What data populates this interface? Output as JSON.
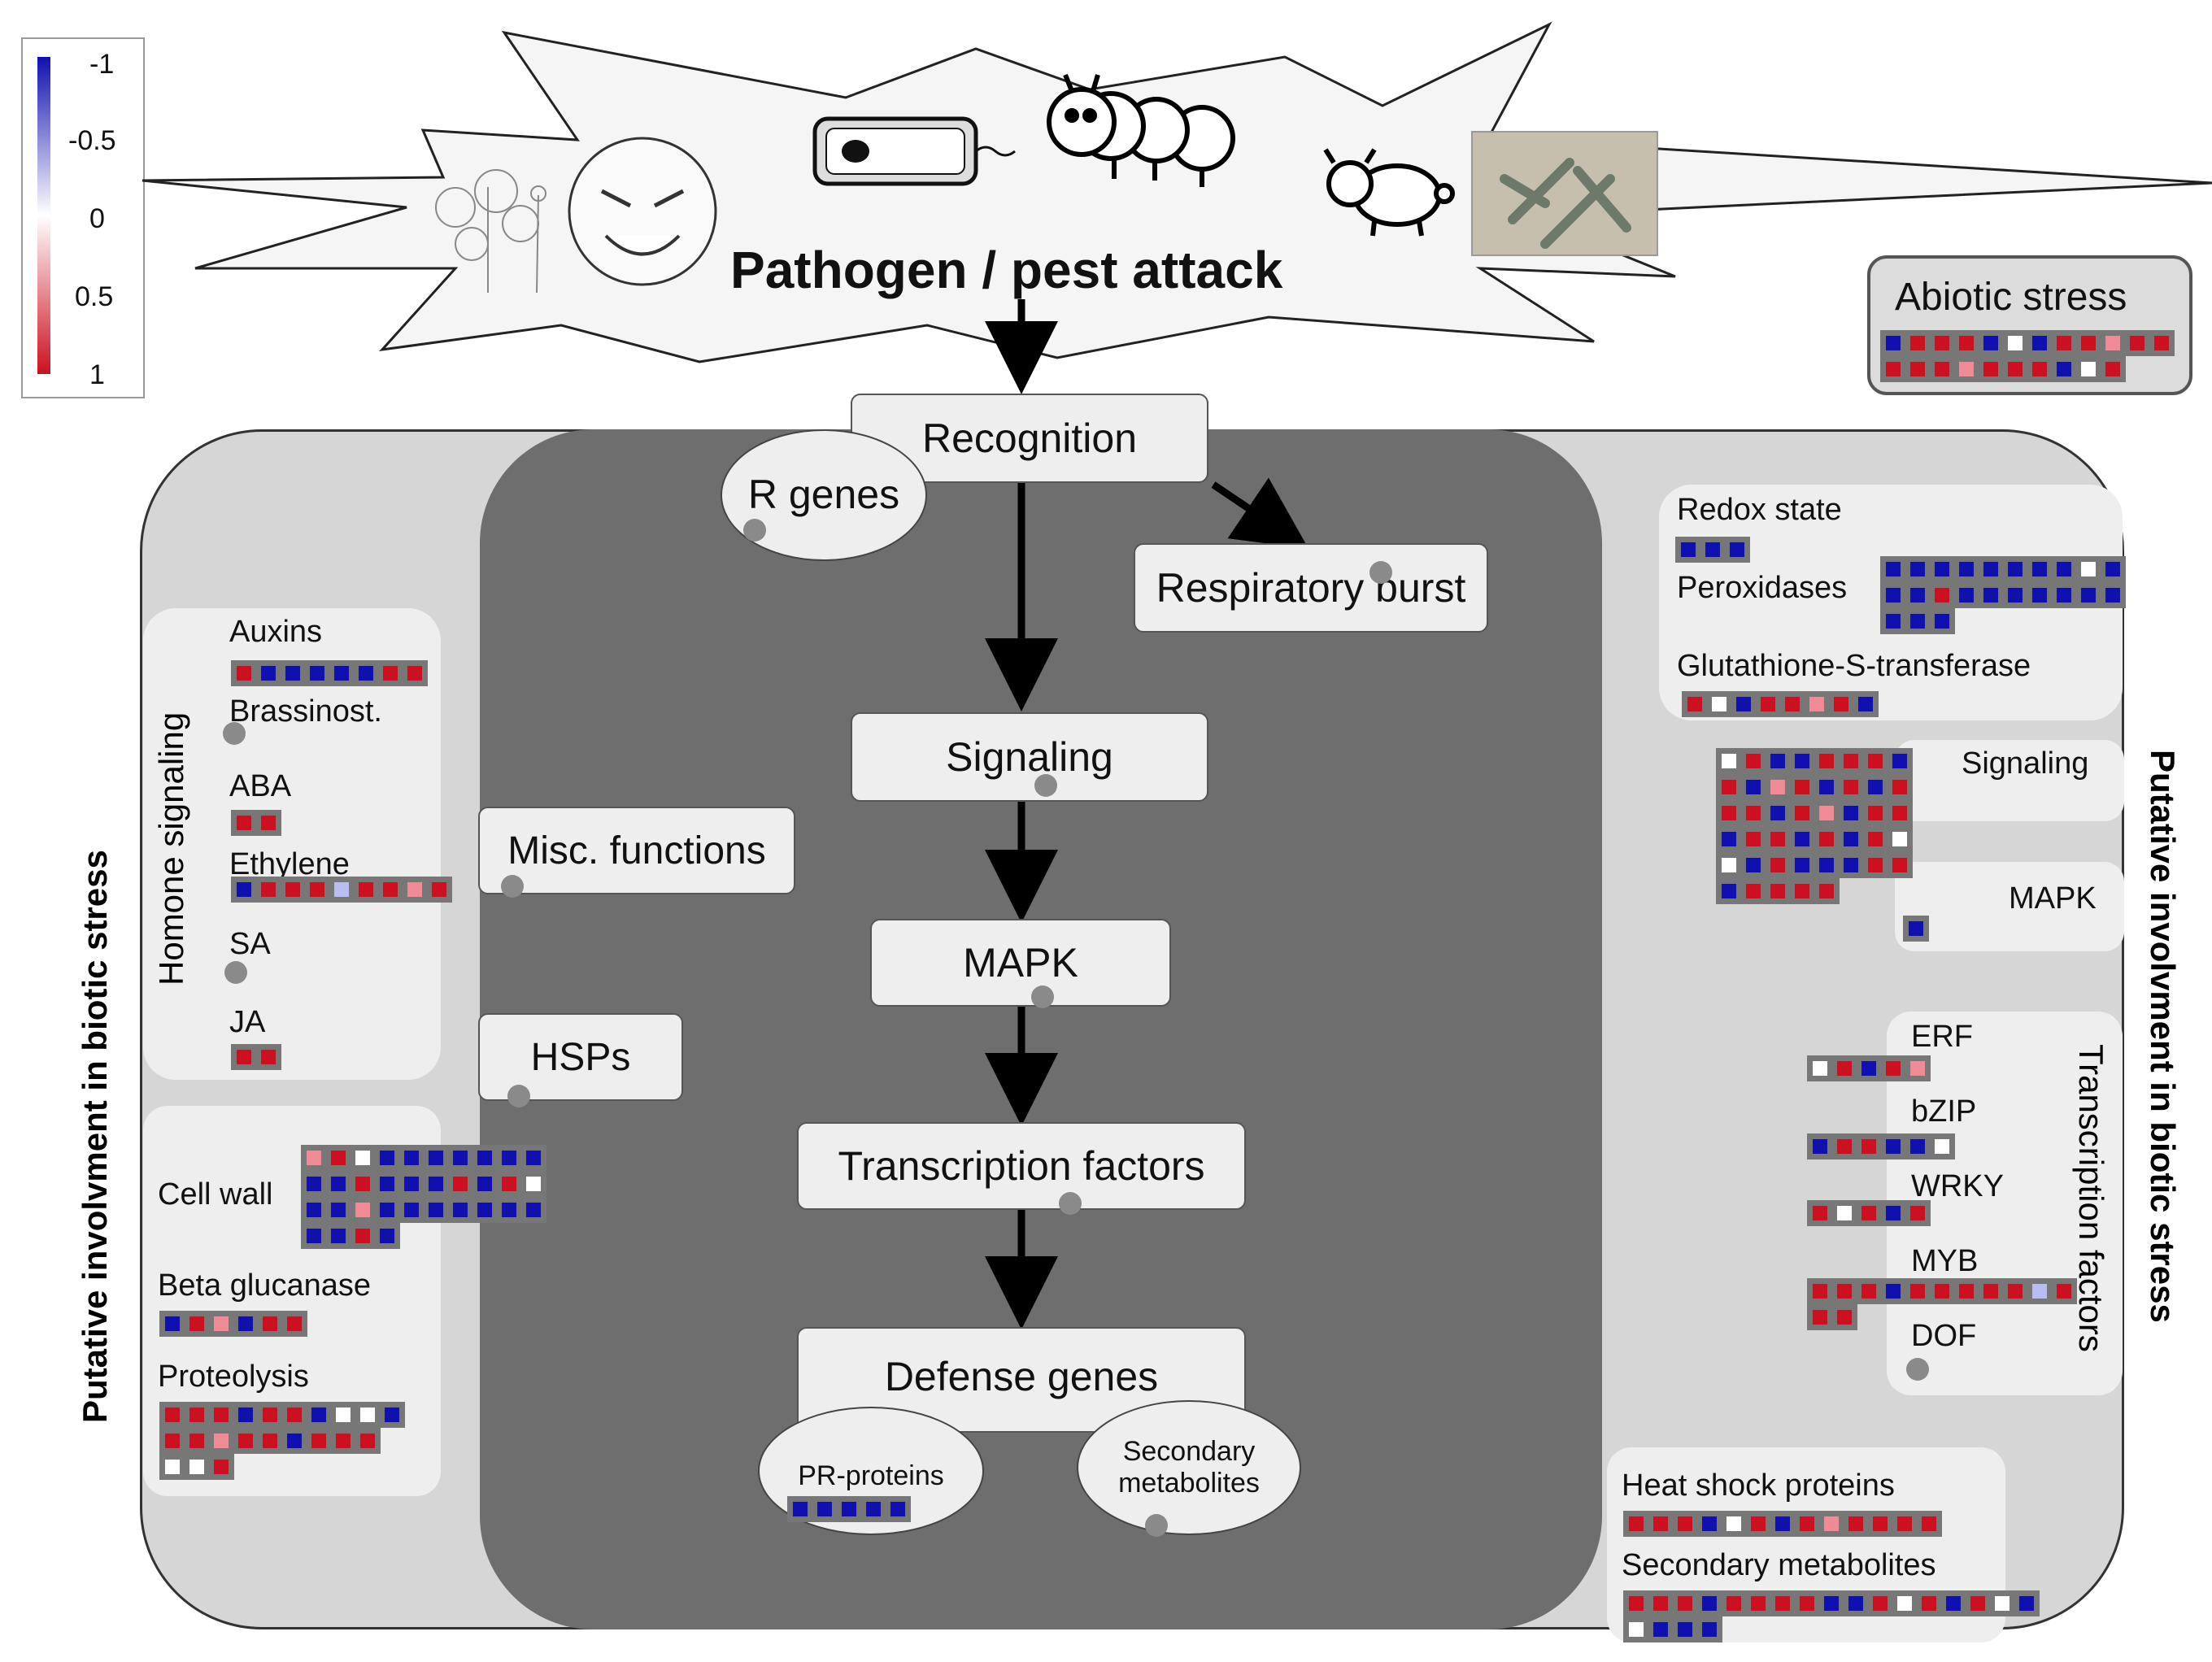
{
  "colors": {
    "blue": "#1010b0",
    "red": "#cc1020",
    "light_red": "#f08a94",
    "light_blue": "#b8bdf2",
    "white": "#ffffff",
    "panel_outer": "#d6d6d6",
    "panel_inner": "#6e6e6e",
    "box": "#eeeeee"
  },
  "legend": {
    "ticks": [
      "-1",
      "-0.5",
      "0",
      "0.5",
      "1"
    ]
  },
  "header": {
    "title": "Pathogen / pest attack",
    "abiotic": "Abiotic stress"
  },
  "side_labels": {
    "left": "Putative involvment in biotic stress",
    "right": "Putative involvment in biotic stress"
  },
  "central": {
    "recognition": "Recognition",
    "r_genes": "R genes",
    "respiratory_burst": "Respiratory burst",
    "signaling": "Signaling",
    "mapk": "MAPK",
    "transcription_factors": "Transcription factors",
    "defense_genes": "Defense genes",
    "pr_proteins": "PR-proteins",
    "secondary_metabolites": "Secondary\nmetabolites"
  },
  "left": {
    "hormone_signaling": "Homone signaling",
    "auxins": "Auxins",
    "brassinost": "Brassinost.",
    "aba": "ABA",
    "ethylene": "Ethylene",
    "sa": "SA",
    "ja": "JA",
    "misc_functions": "Misc. functions",
    "hsps": "HSPs",
    "cell_wall": "Cell wall",
    "beta_glucanase": "Beta glucanase",
    "proteolysis": "Proteolysis"
  },
  "right": {
    "redox_state": "Redox state",
    "peroxidases": "Peroxidases",
    "gst": "Glutathione-S-transferase",
    "signaling": "Signaling",
    "mapk": "MAPK",
    "transcription_factors": "Transcription factors",
    "erf": "ERF",
    "bzip": "bZIP",
    "wrky": "WRKY",
    "myb": "MYB",
    "dof": "DOF",
    "heat_shock_proteins": "Heat shock proteins",
    "secondary_metabolites": "Secondary metabolites"
  },
  "heatmaps": {
    "abiotic": [
      [
        "B",
        "R",
        "R",
        "R",
        "B",
        "W",
        "B",
        "R",
        "R",
        "P",
        "R",
        "R"
      ],
      [
        "R",
        "R",
        "R",
        "P",
        "R",
        "R",
        "R",
        "B",
        "W",
        "R"
      ]
    ],
    "auxins": [
      [
        "R",
        "B",
        "B",
        "B",
        "B",
        "B",
        "R",
        "R"
      ]
    ],
    "aba": [
      [
        "R",
        "R"
      ]
    ],
    "ethylene": [
      [
        "B",
        "R",
        "R",
        "R",
        "L",
        "R",
        "R",
        "P",
        "R"
      ]
    ],
    "ja": [
      [
        "R",
        "R"
      ]
    ],
    "cell_wall": [
      [
        "P",
        "R",
        "W",
        "B",
        "B",
        "B",
        "B",
        "B",
        "B",
        "B"
      ],
      [
        "B",
        "B",
        "R",
        "B",
        "B",
        "B",
        "R",
        "B",
        "R",
        "W"
      ],
      [
        "B",
        "B",
        "P",
        "B",
        "B",
        "B",
        "B",
        "B",
        "B",
        "B"
      ],
      [
        "B",
        "B",
        "R",
        "B"
      ]
    ],
    "beta_glucanase": [
      [
        "B",
        "R",
        "P",
        "B",
        "R",
        "R"
      ]
    ],
    "proteolysis": [
      [
        "R",
        "R",
        "R",
        "B",
        "R",
        "R",
        "B",
        "W",
        "W",
        "B"
      ],
      [
        "R",
        "R",
        "P",
        "R",
        "R",
        "B",
        "R",
        "R",
        "R"
      ],
      [
        "W",
        "W",
        "R"
      ]
    ],
    "pr_proteins": [
      [
        "B",
        "B",
        "B",
        "B",
        "B"
      ]
    ],
    "redox": [
      [
        "B",
        "B",
        "B"
      ]
    ],
    "peroxidases": [
      [
        "B",
        "B",
        "B",
        "B",
        "B",
        "B",
        "B",
        "B",
        "W",
        "B"
      ],
      [
        "B",
        "B",
        "R",
        "B",
        "B",
        "B",
        "B",
        "B",
        "B",
        "B"
      ],
      [
        "B",
        "B",
        "B"
      ]
    ],
    "gst": [
      [
        "R",
        "W",
        "B",
        "R",
        "R",
        "P",
        "R",
        "B"
      ]
    ],
    "signaling": [
      [
        "W",
        "R",
        "B",
        "B",
        "R",
        "R",
        "R",
        "B"
      ],
      [
        "R",
        "B",
        "P",
        "R",
        "B",
        "R",
        "B",
        "R"
      ],
      [
        "R",
        "R",
        "B",
        "R",
        "P",
        "B",
        "R",
        "R"
      ],
      [
        "B",
        "R",
        "R",
        "B",
        "R",
        "B",
        "R",
        "W"
      ],
      [
        "W",
        "B",
        "R",
        "B",
        "B",
        "B",
        "R",
        "R"
      ],
      [
        "B",
        "R",
        "R",
        "R",
        "R"
      ]
    ],
    "mapk": [
      [
        "B"
      ]
    ],
    "erf": [
      [
        "W",
        "R",
        "B",
        "R",
        "P"
      ]
    ],
    "bzip": [
      [
        "B",
        "R",
        "R",
        "B",
        "B",
        "W"
      ]
    ],
    "wrky": [
      [
        "R",
        "W",
        "R",
        "B",
        "R"
      ]
    ],
    "myb": [
      [
        "R",
        "R",
        "R",
        "B",
        "R",
        "R",
        "R",
        "R",
        "R",
        "L",
        "R"
      ],
      [
        "R",
        "R"
      ]
    ],
    "hsp": [
      [
        "R",
        "R",
        "R",
        "B",
        "W",
        "R",
        "B",
        "R",
        "P",
        "R",
        "R",
        "R",
        "R"
      ]
    ],
    "secmet": [
      [
        "R",
        "R",
        "R",
        "B",
        "R",
        "R",
        "R",
        "R",
        "B",
        "B",
        "R",
        "W",
        "R",
        "B",
        "R",
        "W",
        "B"
      ],
      [
        "W",
        "B",
        "B",
        "B"
      ]
    ]
  }
}
